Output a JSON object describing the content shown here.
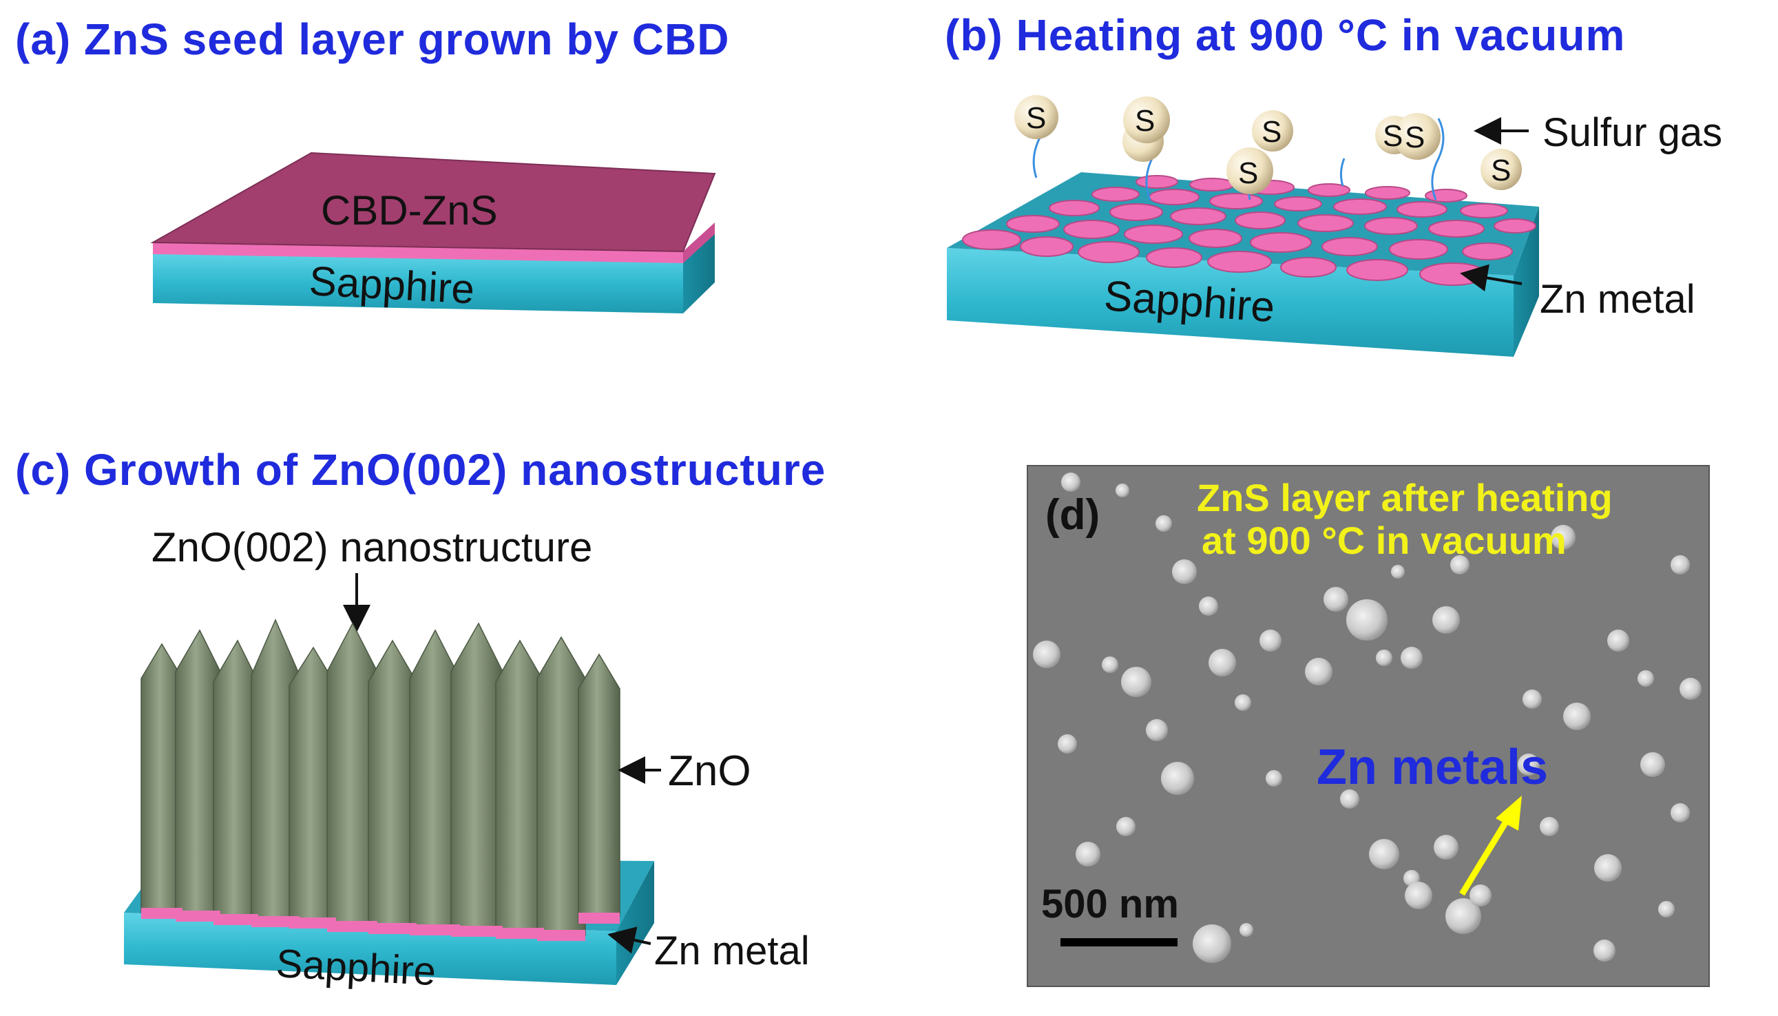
{
  "panels": {
    "a": {
      "title": "(a) ZnS seed layer grown by CBD",
      "layer_label": "CBD-ZnS",
      "substrate_label": "Sapphire"
    },
    "b": {
      "title": "(b) Heating at 900 °C in vacuum",
      "substrate_label": "Sapphire",
      "sulfur_label": "Sulfur gas",
      "zn_label": "Zn metal",
      "s_symbol": "S"
    },
    "c": {
      "title": "(c) Growth of ZnO(002) nanostructure",
      "nanostructure_label": "ZnO(002) nanostructure",
      "zno_label": "ZnO",
      "zn_label": "Zn metal",
      "substrate_label": "Sapphire"
    },
    "d": {
      "panel_label": "(d)",
      "caption_line1": "ZnS layer after heating",
      "caption_line2": "at 900 °C in vacuum",
      "zn_label": "Zn metals",
      "scale_label": "500 nm"
    }
  },
  "colors": {
    "title_blue": "#1f2bdc",
    "sapphire": "#2fb8cf",
    "zns_pink": "#ef6fb6",
    "zns_top": "#a23f6e",
    "zno_green": "#7a8a6e",
    "sulfur_ball": "#efe2bf",
    "sem_background": "#7b7b7b",
    "sem_caption_yellow": "#f2f21a",
    "arrow_yellow": "#ffff00"
  }
}
